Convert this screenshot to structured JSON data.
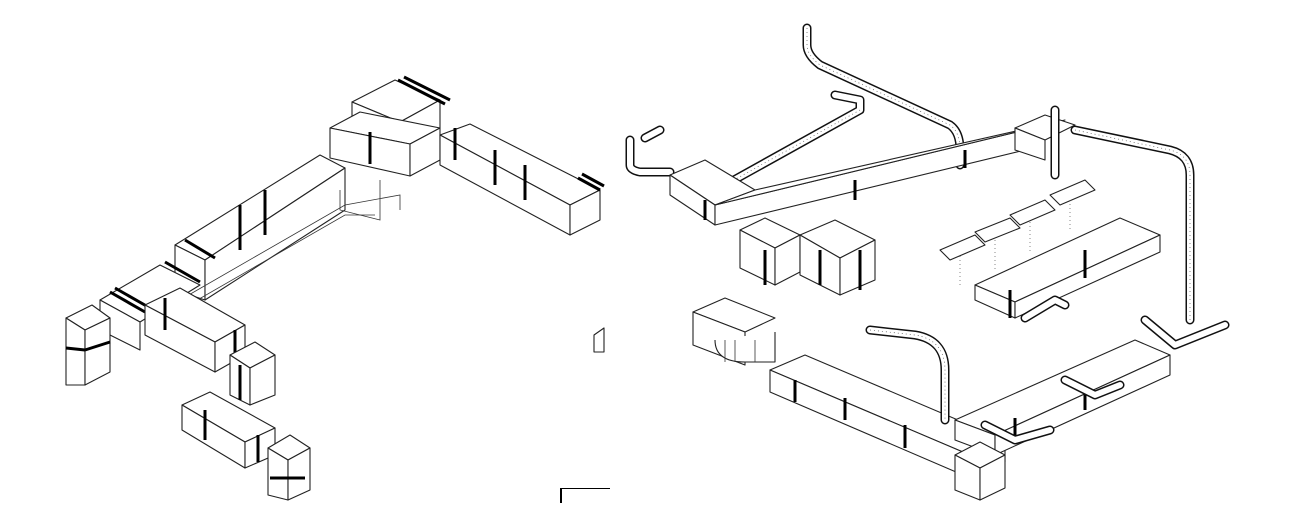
{
  "figure": {
    "panels": [
      {
        "id": "left",
        "drawing": "isometric-ductwork-wireframe"
      },
      {
        "id": "right",
        "drawing": "isometric-ductwork-with-round-pipes"
      }
    ],
    "logo_text": "",
    "colors": {
      "background": "#ffffff",
      "line": "#222222"
    }
  }
}
